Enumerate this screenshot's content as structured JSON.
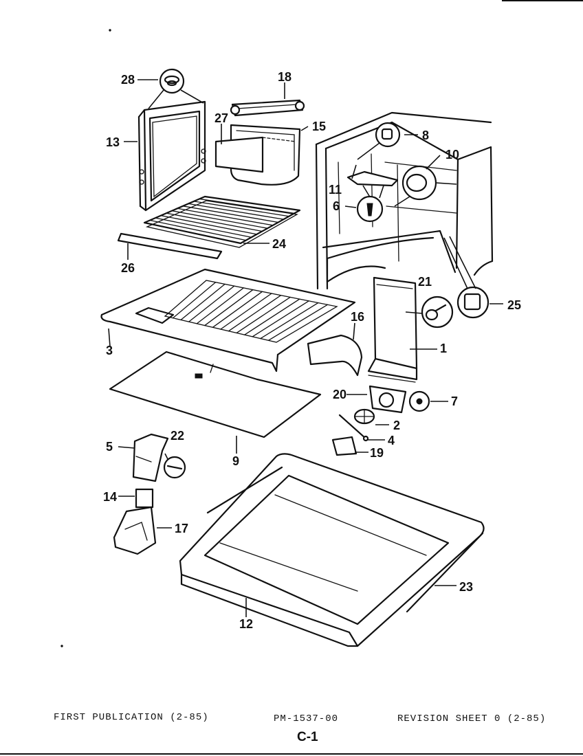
{
  "callouts": [
    {
      "id": "c1",
      "label": "1"
    },
    {
      "id": "c2",
      "label": "2"
    },
    {
      "id": "c3",
      "label": "3"
    },
    {
      "id": "c4",
      "label": "4"
    },
    {
      "id": "c5",
      "label": "5"
    },
    {
      "id": "c6",
      "label": "6"
    },
    {
      "id": "c7",
      "label": "7"
    },
    {
      "id": "c8",
      "label": "8"
    },
    {
      "id": "c9",
      "label": "9"
    },
    {
      "id": "c10",
      "label": "10"
    },
    {
      "id": "c11",
      "label": "11"
    },
    {
      "id": "c12",
      "label": "12"
    },
    {
      "id": "c13",
      "label": "13"
    },
    {
      "id": "c14",
      "label": "14"
    },
    {
      "id": "c15",
      "label": "15"
    },
    {
      "id": "c16",
      "label": "16"
    },
    {
      "id": "c17",
      "label": "17"
    },
    {
      "id": "c18",
      "label": "18"
    },
    {
      "id": "c19",
      "label": "19"
    },
    {
      "id": "c20",
      "label": "20"
    },
    {
      "id": "c21",
      "label": "21"
    },
    {
      "id": "c22",
      "label": "22"
    },
    {
      "id": "c23",
      "label": "23"
    },
    {
      "id": "c24",
      "label": "24"
    },
    {
      "id": "c25",
      "label": "25"
    },
    {
      "id": "c26",
      "label": "26"
    },
    {
      "id": "c27",
      "label": "27"
    },
    {
      "id": "c28",
      "label": "28"
    }
  ],
  "footer": {
    "left": "FIRST PUBLICATION (2-85)",
    "middle": "PM-1537-00",
    "right": "REVISION SHEET 0 (2-85)",
    "sheet": "C-1"
  }
}
